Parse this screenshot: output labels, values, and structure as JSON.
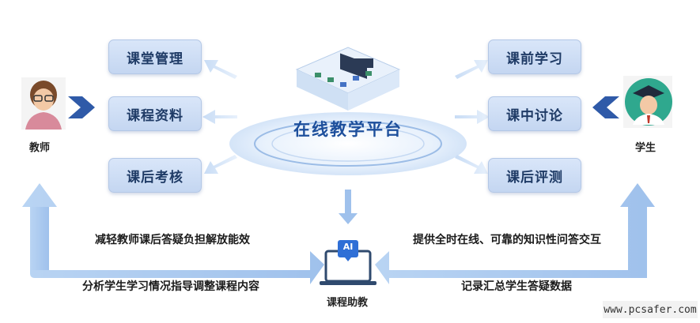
{
  "platform": {
    "title": "在线教学平台"
  },
  "teacher": {
    "label": "教师"
  },
  "student": {
    "label": "学生"
  },
  "teacher_functions": [
    "课堂管理",
    "课程资料",
    "课后考核"
  ],
  "student_functions": [
    "课前学习",
    "课中讨论",
    "课后评测"
  ],
  "ai_assistant": {
    "badge": "AI",
    "label": "课程助教"
  },
  "flows": {
    "top_left": "减轻教师课后答疑负担解放能效",
    "bottom_left": "分析学生学习情况指导调整课程内容",
    "top_right": "提供全时在线、可靠的知识性问答交互",
    "bottom_right": "记录汇总学生答疑数据"
  },
  "watermark": "www.pcsafer.com",
  "colors": {
    "box_text": "#1f3b66",
    "accent": "#1d4f9c",
    "arrow": "#a9c8ee"
  }
}
